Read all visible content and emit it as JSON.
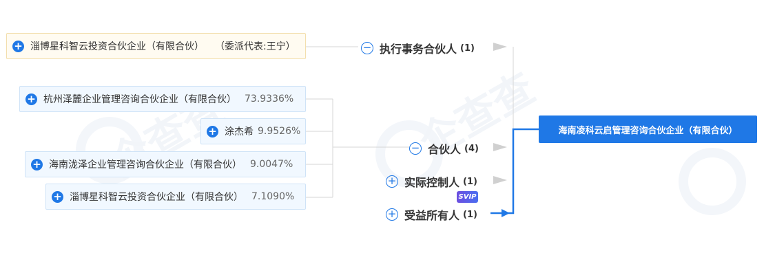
{
  "target": {
    "name": "海南凌科云启管理咨询合伙企业（有限合伙）"
  },
  "categories": {
    "executive": {
      "label": "执行事务合伙人",
      "count": "(1)"
    },
    "partners": {
      "label": "合伙人",
      "count": "(4)"
    },
    "controller": {
      "label": "实际控制人",
      "count": "(1)"
    },
    "beneficiary": {
      "label": "受益所有人",
      "count": "(1)"
    }
  },
  "badge": {
    "svip": "SVIP"
  },
  "executive_partner": {
    "name": "淄博星科智云投资合伙企业（有限合伙）",
    "rep": "（委派代表:王宁）"
  },
  "partners": [
    {
      "name": "杭州泽麓企业管理咨询合伙企业（有限合伙）",
      "pct": "73.9336%"
    },
    {
      "name": "涂杰希",
      "pct": "9.9526%"
    },
    {
      "name": "海南泷泽企业管理咨询合伙企业（有限合伙）",
      "pct": "9.0047%"
    },
    {
      "name": "淄博星科智云投资合伙企业（有限合伙）",
      "pct": "7.1090%"
    }
  ],
  "icons": {
    "expand": "+",
    "collapse": "−"
  },
  "colors": {
    "accent": "#1f78e6",
    "node_bg": "#f1f8ff",
    "exec_bg": "#fffbf1"
  },
  "watermark": "企查查"
}
